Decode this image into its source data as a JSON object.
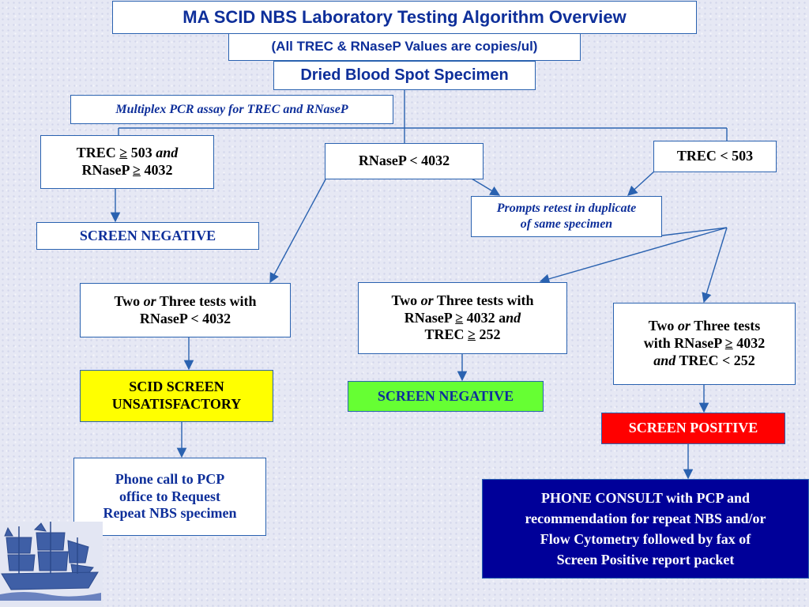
{
  "title": "MA SCID NBS Laboratory Testing Algorithm Overview",
  "subtitle": "(All TREC & RNaseP Values are copies/ul)",
  "specimen": "Dried Blood Spot Specimen",
  "assay": "Multiplex PCR assay for TREC and RNaseP",
  "branch_left": {
    "l1a": "TREC  ",
    "l1b": "≥",
    "l1c": " 503 ",
    "l1d": "and",
    "l2a": "RNaseP ",
    "l2b": "≥",
    "l2c": " 4032"
  },
  "branch_mid": "RNaseP < 4032",
  "branch_right": "TREC < 503",
  "retest": {
    "l1": "Prompts retest in duplicate",
    "l2": "of same specimen"
  },
  "screen_negative_top": "SCREEN NEGATIVE",
  "tests_left": {
    "l1a": "Two ",
    "l1b": "or",
    "l1c": " Three tests with",
    "l2": "RNaseP < 4032"
  },
  "tests_mid": {
    "l1a": "Two ",
    "l1b": "or",
    "l1c": " Three tests with",
    "l2a": "RNaseP ",
    "l2b": "≥",
    "l2c": " 4032 a",
    "l2d": "nd",
    "l3a": "TREC  ",
    "l3b": "≥",
    "l3c": " 252"
  },
  "tests_right": {
    "l1a": "Two ",
    "l1b": "or",
    "l1c": " Three tests",
    "l2a": "with RNaseP ",
    "l2b": "≥",
    "l2c": " 4032",
    "l3a": "and",
    "l3b": " TREC < 252"
  },
  "unsatisfactory": {
    "l1": "SCID SCREEN",
    "l2": "UNSATISFACTORY"
  },
  "screen_negative_mid": "SCREEN NEGATIVE",
  "screen_positive": "SCREEN POSITIVE",
  "phone_call": {
    "l1": "Phone call to PCP",
    "l2": "office to Request",
    "l3": "Repeat NBS specimen"
  },
  "phone_consult": {
    "l1": "PHONE CONSULT with PCP and",
    "l2": "recommendation for repeat NBS and/or",
    "l3": "Flow Cytometry followed by fax of",
    "l4": "Screen Positive report packet"
  },
  "colors": {
    "border": "#2a62b0",
    "title_text": "#0e2f9a",
    "arrow": "#2a62b0",
    "unsatisfactory_fill": "#ffff00",
    "negative_fill": "#66ff33",
    "positive_fill": "#ff0000",
    "consult_fill": "#000099"
  },
  "icons": {
    "logo": "sailing-ship-icon"
  }
}
